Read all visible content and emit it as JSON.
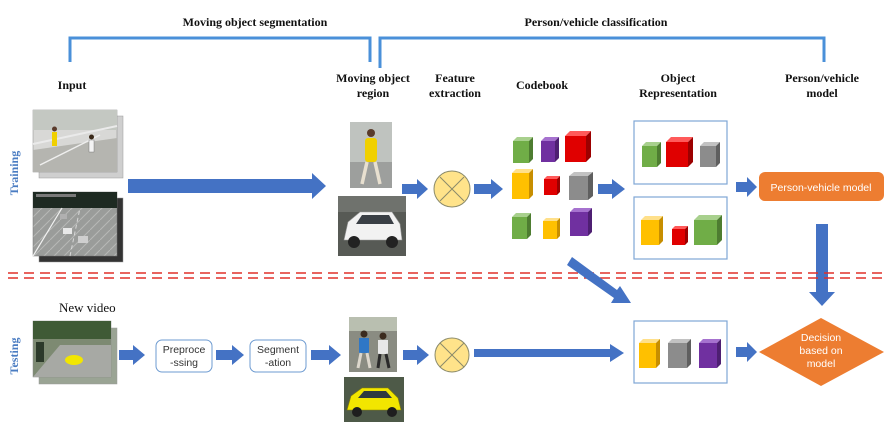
{
  "headers": {
    "moving_segmentation": "Moving object segmentation",
    "classification": "Person/vehicle classification"
  },
  "columns": {
    "input": "Input",
    "moving_region": [
      "Moving object",
      "region"
    ],
    "feature": [
      "Feature",
      "extraction"
    ],
    "codebook": "Codebook",
    "object_rep": [
      "Object",
      "Representation"
    ],
    "pv_model": [
      "Person/vehicle",
      "model"
    ]
  },
  "rows": {
    "training": "Training",
    "testing": "Testing"
  },
  "new_video": "New video",
  "boxes": {
    "preprocessing": [
      "Preproce",
      "-ssing"
    ],
    "segmentation": [
      "Segment",
      "-ation"
    ],
    "person_vehicle_model": "Person-vehicle model",
    "decision": [
      "Decision",
      "based on",
      "model"
    ]
  },
  "colors": {
    "arrow": "#4472c4",
    "bracket": "#4a90d9",
    "dashed_divider": "#e0302a",
    "orange": "#ed7d31",
    "feature_circle": "#ffe38a",
    "cube_green": "#70ad47",
    "cube_purple": "#7030a0",
    "cube_red": "#e00000",
    "cube_yellow": "#ffc000",
    "cube_gray": "#8c8c8c"
  }
}
